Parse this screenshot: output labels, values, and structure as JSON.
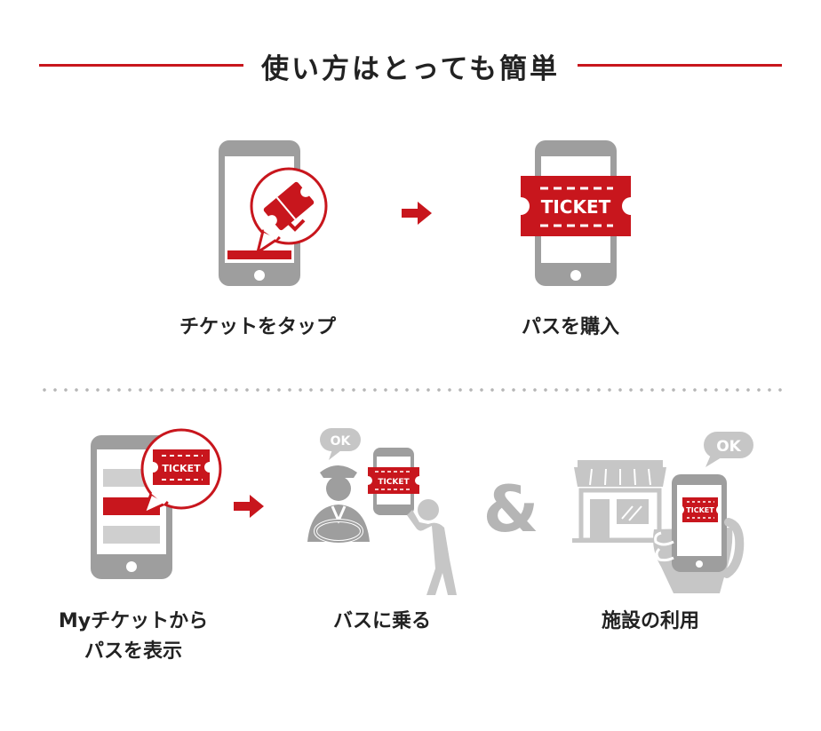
{
  "header": {
    "title": "使い方はとっても簡単"
  },
  "steps_top": [
    {
      "label": "チケットをタップ"
    },
    {
      "label": "パスを購入"
    }
  ],
  "steps_bottom": [
    {
      "label_line1": "Myチケットから",
      "label_line2": "パスを表示"
    },
    {
      "label": "バスに乗る"
    },
    {
      "label": "施設の利用"
    }
  ],
  "ticket_text": "TICKET",
  "ok_text": "OK",
  "ampersand": "&",
  "colors": {
    "accent": "#c8161d",
    "gray": "#9e9e9e",
    "light_gray": "#c6c6c6"
  },
  "icons": [
    "phone-icon",
    "ticket-icon",
    "arrow-right-icon",
    "bus-driver-icon",
    "speech-bubble-icon",
    "shop-icon",
    "hand-phone-icon",
    "person-icon",
    "ampersand-icon"
  ]
}
